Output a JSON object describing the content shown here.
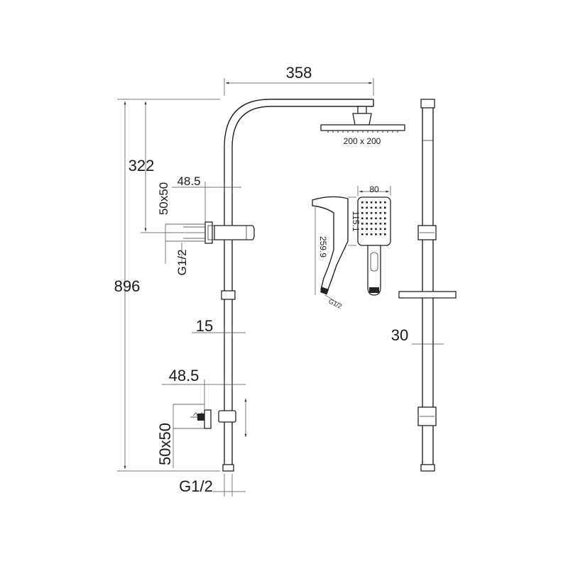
{
  "labels": {
    "arm_reach": "358",
    "head_drop": "322",
    "total_height": "896",
    "head_size": "200 x 200",
    "handset_width": "80",
    "handset_face_height": "115.1",
    "handset_length": "259.9",
    "handset_thread": "G1/2",
    "upper_bracket_offset": "48.5",
    "upper_bracket_size": "50x50",
    "upper_thread": "G1/2",
    "riser_diameter": "15",
    "lower_bracket_offset": "48.5",
    "lower_bracket_size": "50x50",
    "bottom_thread": "G1/2",
    "rail_width": "30"
  }
}
